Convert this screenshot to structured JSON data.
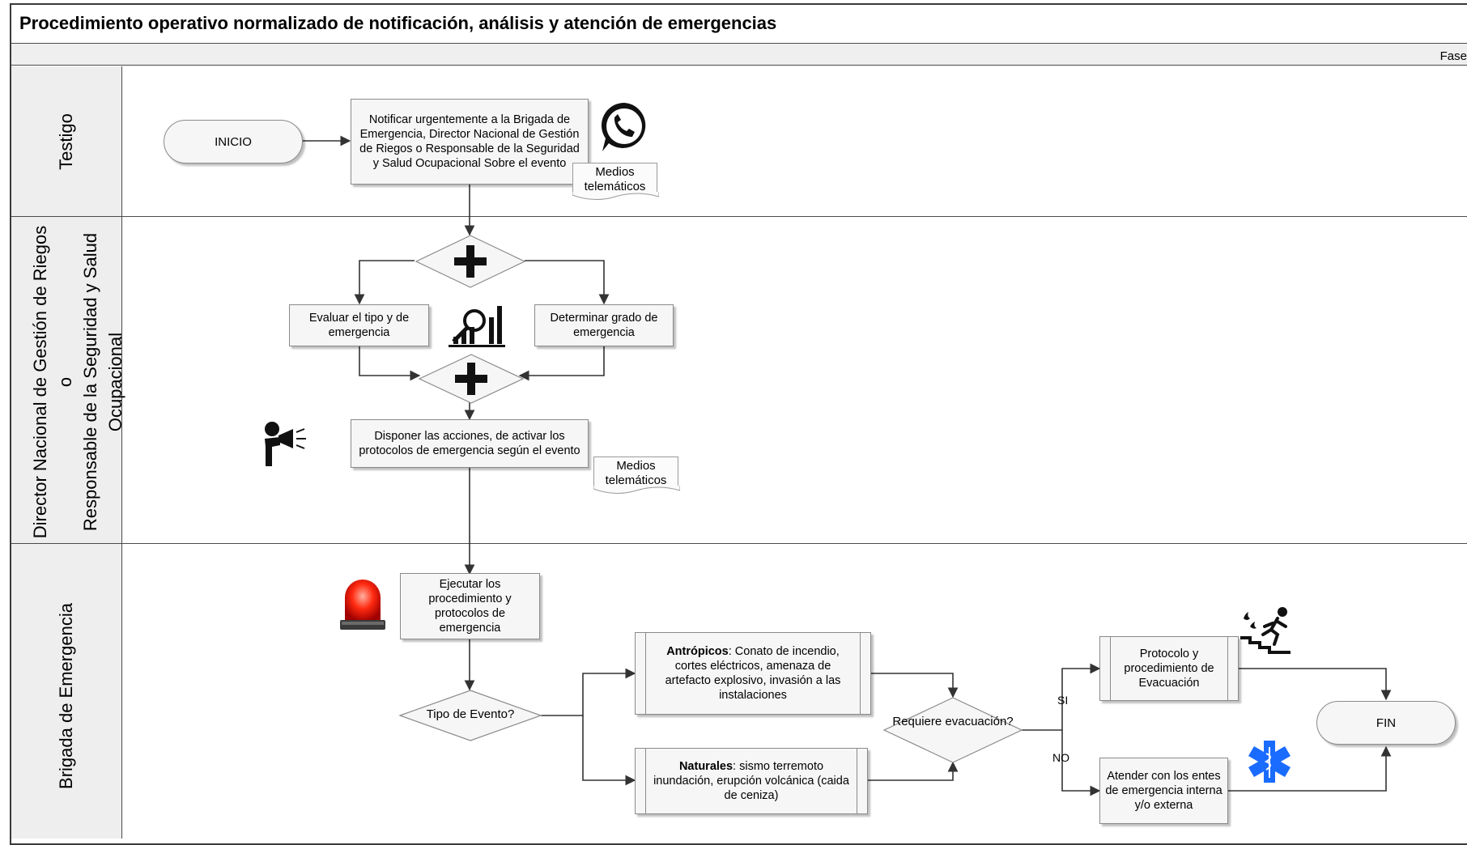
{
  "diagram": {
    "title": "Procedimiento operativo normalizado de notificación, análisis y atención de emergencias",
    "phase_label": "Fase",
    "lanes": [
      {
        "label": "Testigo"
      },
      {
        "label_lines": [
          "Director Nacional de Gestión de Riegos o",
          "Responsable de la Seguridad y Salud",
          "Ocupacional"
        ]
      },
      {
        "label": "Brigada de Emergencia"
      }
    ],
    "nodes": {
      "inicio": "INICIO",
      "notificar": "Notificar urgentemente a la Brigada de Emergencia, Director Nacional de Gestión de Riegos o Responsable de la Seguridad y Salud Ocupacional Sobre el evento",
      "medios1": "Medios telemáticos",
      "evaluar": "Evaluar el tipo y de emergencia",
      "determinar": "Determinar grado de emergencia",
      "disponer": "Disponer las acciones, de activar los protocolos de emergencia según el evento",
      "medios2": "Medios telemáticos",
      "ejecutar": "Ejecutar los procedimiento y protocolos de emergencia",
      "tipo_evento": "Tipo de Evento?",
      "antropicos_bold": "Antrópicos",
      "antropicos_text": ": Conato de incendio, cortes eléctricos, amenaza de artefacto explosivo, invasión a las instalaciones",
      "naturales_bold": "Naturales",
      "naturales_text": ": sismo terremoto inundación, erupción volcánica (caida de ceniza)",
      "requiere": "Requiere evacuación?",
      "si": "SI",
      "no": "NO",
      "protocolo": "Protocolo y procedimiento de Evacuación",
      "atender": "Atender con los entes de emergencia interna y/o externa",
      "fin": "FIN"
    },
    "icons": [
      "phone-icon",
      "signal-chart-icon",
      "megaphone-person-icon",
      "siren-icon",
      "evacuation-stairs-icon",
      "star-of-life-icon"
    ]
  }
}
